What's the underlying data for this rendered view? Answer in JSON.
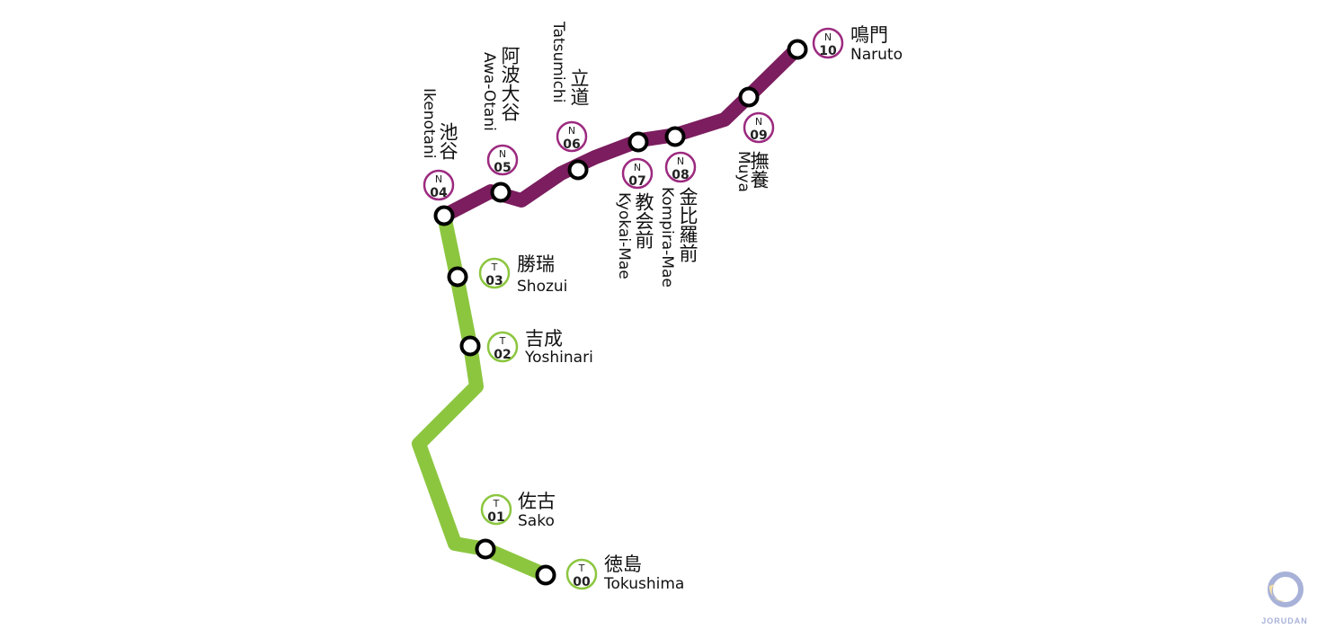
{
  "lines": [
    {
      "id": "naruto-line",
      "color": "#7b1d5e",
      "badge_color": "#9c2a7f",
      "line_code": "N"
    },
    {
      "id": "kotoku-line",
      "color": "#8cc63f",
      "badge_color": "#8cc63f",
      "line_code": "T"
    }
  ],
  "stations": [
    {
      "id": "naruto",
      "line": "N",
      "num": "10",
      "ja": "鳴門",
      "en": "Naruto"
    },
    {
      "id": "muya",
      "line": "N",
      "num": "09",
      "ja": "撫養",
      "en": "Muya"
    },
    {
      "id": "kompira-mae",
      "line": "N",
      "num": "08",
      "ja": "金比羅前",
      "en": "Kompira-Mae"
    },
    {
      "id": "kyokai-mae",
      "line": "N",
      "num": "07",
      "ja": "教会前",
      "en": "Kyokai-Mae"
    },
    {
      "id": "tatsumichi",
      "line": "N",
      "num": "06",
      "ja": "立道",
      "en": "Tatsumichi"
    },
    {
      "id": "awa-otani",
      "line": "N",
      "num": "05",
      "ja": "阿波大谷",
      "en": "Awa-Otani"
    },
    {
      "id": "ikenotani",
      "line": "N",
      "num": "04",
      "ja": "池谷",
      "en": "Ikenotani"
    },
    {
      "id": "shozui",
      "line": "T",
      "num": "03",
      "ja": "勝瑞",
      "en": "Shozui"
    },
    {
      "id": "yoshinari",
      "line": "T",
      "num": "02",
      "ja": "吉成",
      "en": "Yoshinari"
    },
    {
      "id": "sako",
      "line": "T",
      "num": "01",
      "ja": "佐古",
      "en": "Sako"
    },
    {
      "id": "tokushima",
      "line": "T",
      "num": "00",
      "ja": "徳島",
      "en": "Tokushima"
    }
  ],
  "logo": {
    "text": "JORUDAN",
    "color_light": "#f6dfa3",
    "color_dark": "#a8b2d8"
  }
}
